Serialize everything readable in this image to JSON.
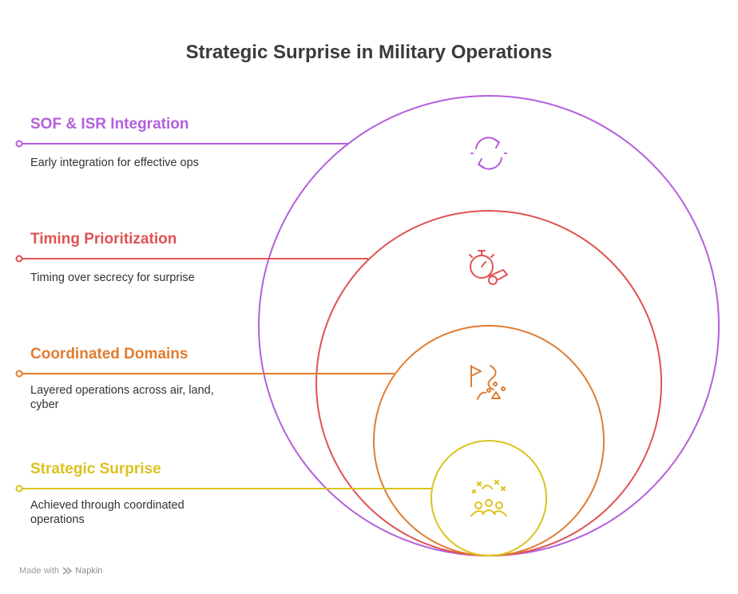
{
  "title": "Strategic Surprise in Military Operations",
  "layers": [
    {
      "label": "SOF & ISR Integration",
      "description": "Early integration for effective ops",
      "color": "#b45fdc",
      "icon": "rotate-arrows-icon"
    },
    {
      "label": "Timing Prioritization",
      "description": "Timing over secrecy for surprise",
      "color": "#e05252",
      "icon": "stopwatch-whistle-icon"
    },
    {
      "label": "Coordinated Domains",
      "description": "Layered operations across air, land, cyber",
      "color": "#e07c30",
      "icon": "flag-path-icon"
    },
    {
      "label": "Strategic Surprise",
      "description": "Achieved through coordinated operations",
      "color": "#dcc21e",
      "icon": "team-sparkle-icon"
    }
  ],
  "footer": {
    "made_with": "Made with",
    "brand": "Napkin"
  }
}
